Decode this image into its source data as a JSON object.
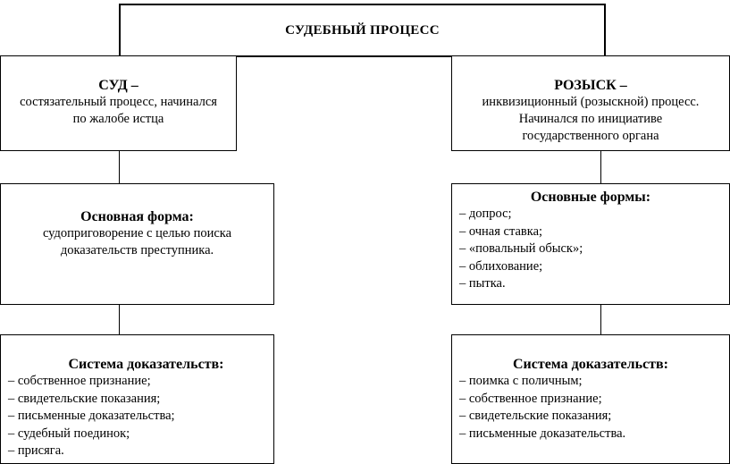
{
  "title": "СУДЕБНЫЙ ПРОЦЕСС",
  "left": {
    "court": {
      "heading": "СУД –",
      "lines": [
        "состязательный процесс, начинался",
        "по жалобе истца"
      ]
    },
    "form": {
      "heading": "Основная форма:",
      "lines": [
        "судоприговорение с целью поиска",
        "доказательств преступника."
      ]
    },
    "evidence": {
      "heading": "Система доказательств:",
      "items": [
        "собственное признание;",
        "свидетельские показания;",
        "письменные доказательства;",
        "судебный поединок;",
        "присяга."
      ]
    }
  },
  "right": {
    "search": {
      "heading": "РОЗЫСК –",
      "lines": [
        "инквизиционный (розыскной) процесс.",
        "Начинался по инициативе",
        "государственного органа"
      ]
    },
    "forms": {
      "heading": "Основные формы:",
      "items": [
        "допрос;",
        "очная ставка;",
        "«повальный обыск»;",
        "облихование;",
        "пытка."
      ]
    },
    "evidence": {
      "heading": "Система доказательств:",
      "items": [
        "поимка с поличным;",
        "собственное признание;",
        "свидетельские показания;",
        "письменные доказательства."
      ]
    }
  }
}
